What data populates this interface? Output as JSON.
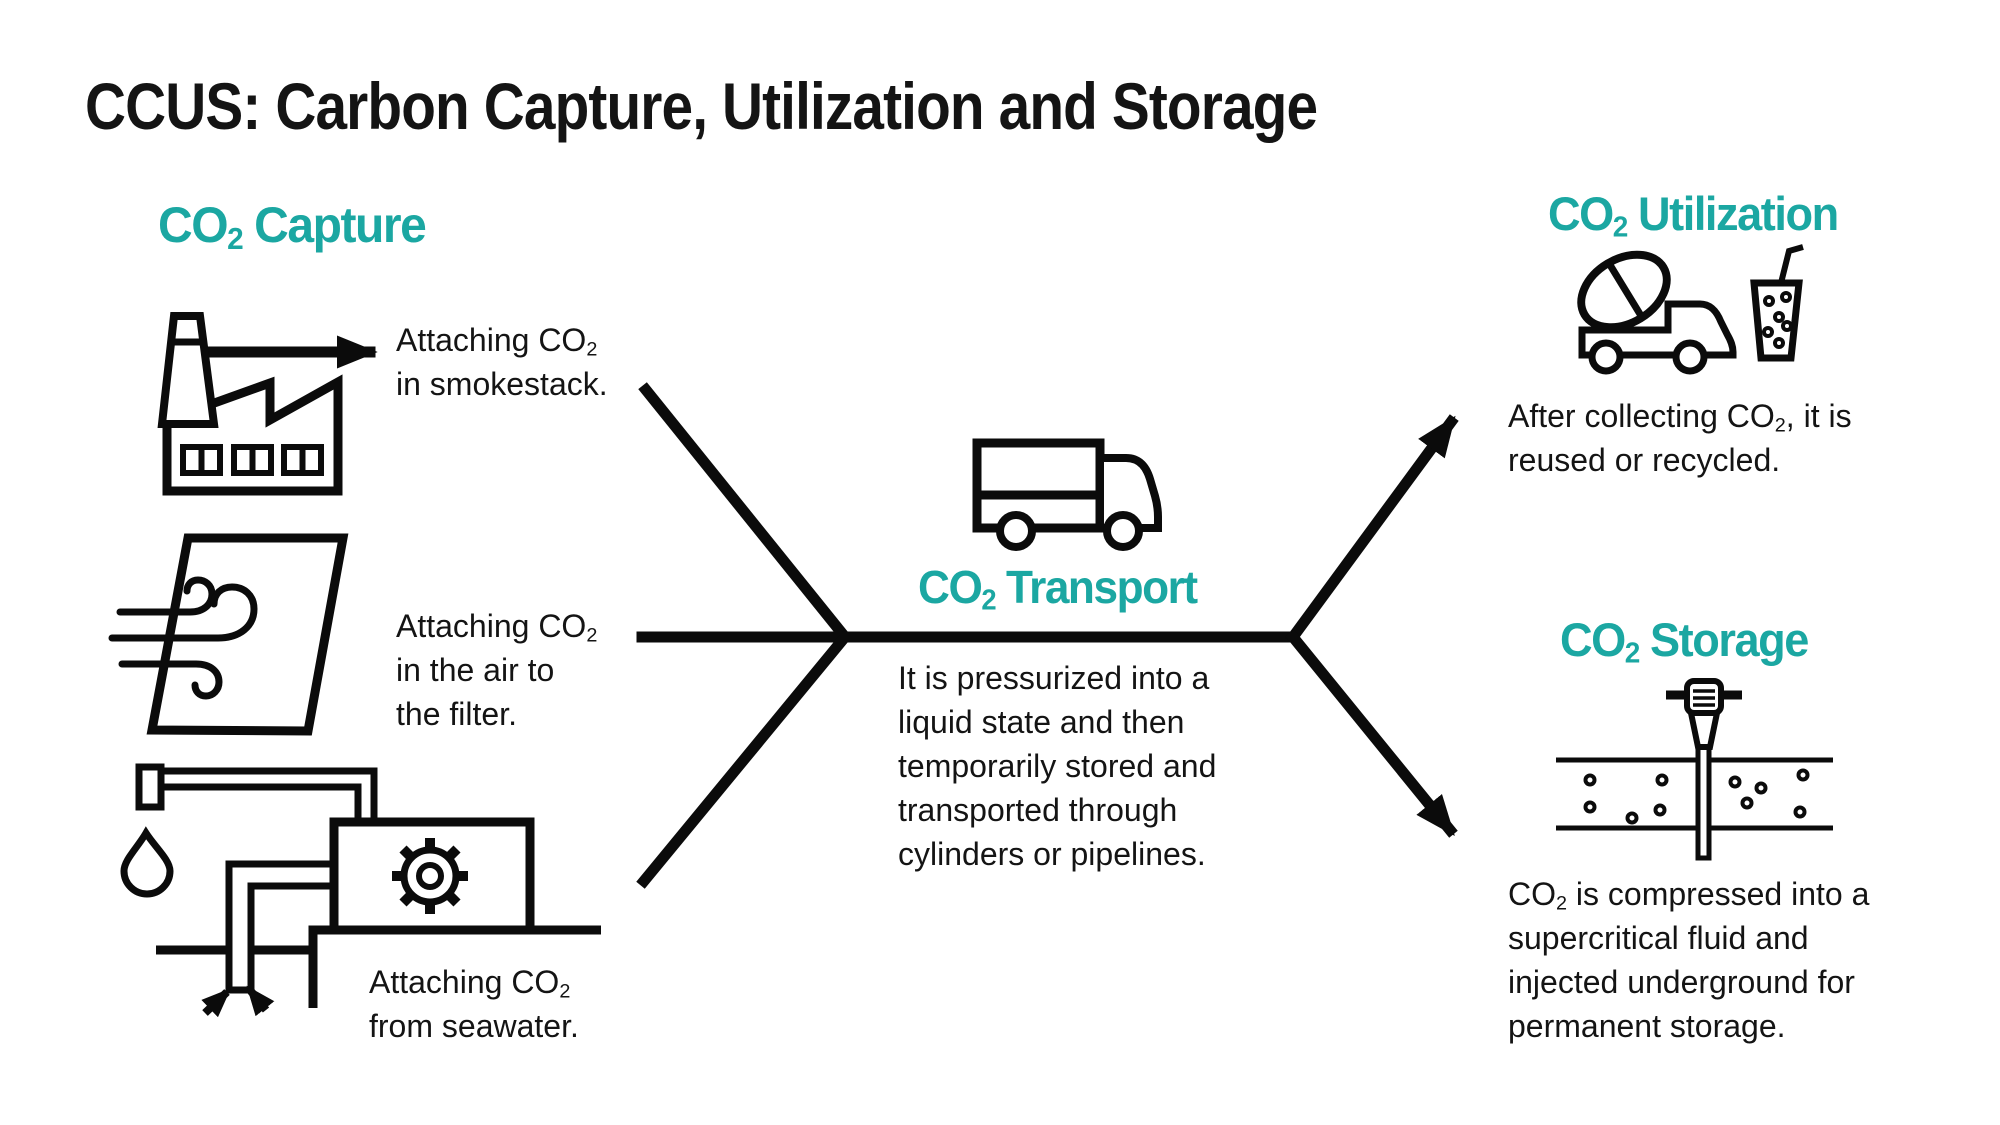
{
  "colors": {
    "teal": "#1BA7A2",
    "ink": "#141414",
    "line_art": "#0B0B0B",
    "background": "#FFFFFF"
  },
  "title": "CCUS: Carbon Capture, Utilization and Storage",
  "sections": {
    "capture": {
      "heading": {
        "pre": "CO",
        "sub": "2",
        "post": " Capture"
      },
      "items": [
        {
          "l1pre": "Attaching CO",
          "l1sub": "2",
          "l2": "in smokestack."
        },
        {
          "l1pre": "Attaching CO",
          "l1sub": "2",
          "l2": "in the air to",
          "l3": "the filter."
        },
        {
          "l1pre": "Attaching CO",
          "l1sub": "2",
          "l2": "from seawater."
        }
      ]
    },
    "transport": {
      "heading": {
        "pre": "CO",
        "sub": "2",
        "post": " Transport"
      },
      "lines": [
        "It is pressurized into a",
        "liquid state and then",
        "temporarily stored and",
        "transported through",
        "cylinders or pipelines."
      ]
    },
    "utilization": {
      "heading": {
        "pre": "CO",
        "sub": "2",
        "post": " Utilization"
      },
      "l1pre": "After collecting CO",
      "l1sub": "2",
      "l1post": ", it is",
      "lines": [
        "reused or recycled."
      ]
    },
    "storage": {
      "heading": {
        "pre": "CO",
        "sub": "2",
        "post": " Storage"
      },
      "l1pre": "CO",
      "l1sub": "2",
      "l1post": " is compressed into a",
      "lines": [
        "supercritical fluid and",
        "injected underground for",
        "permanent storage."
      ]
    }
  },
  "icons": {
    "factory": "factory-icon",
    "air_filter": "air-filter-icon",
    "seawater": "seawater-capture-icon",
    "truck": "truck-icon",
    "mixer": "mixer-truck-icon",
    "drink": "drink-glass-icon",
    "injection": "underground-injection-icon"
  }
}
